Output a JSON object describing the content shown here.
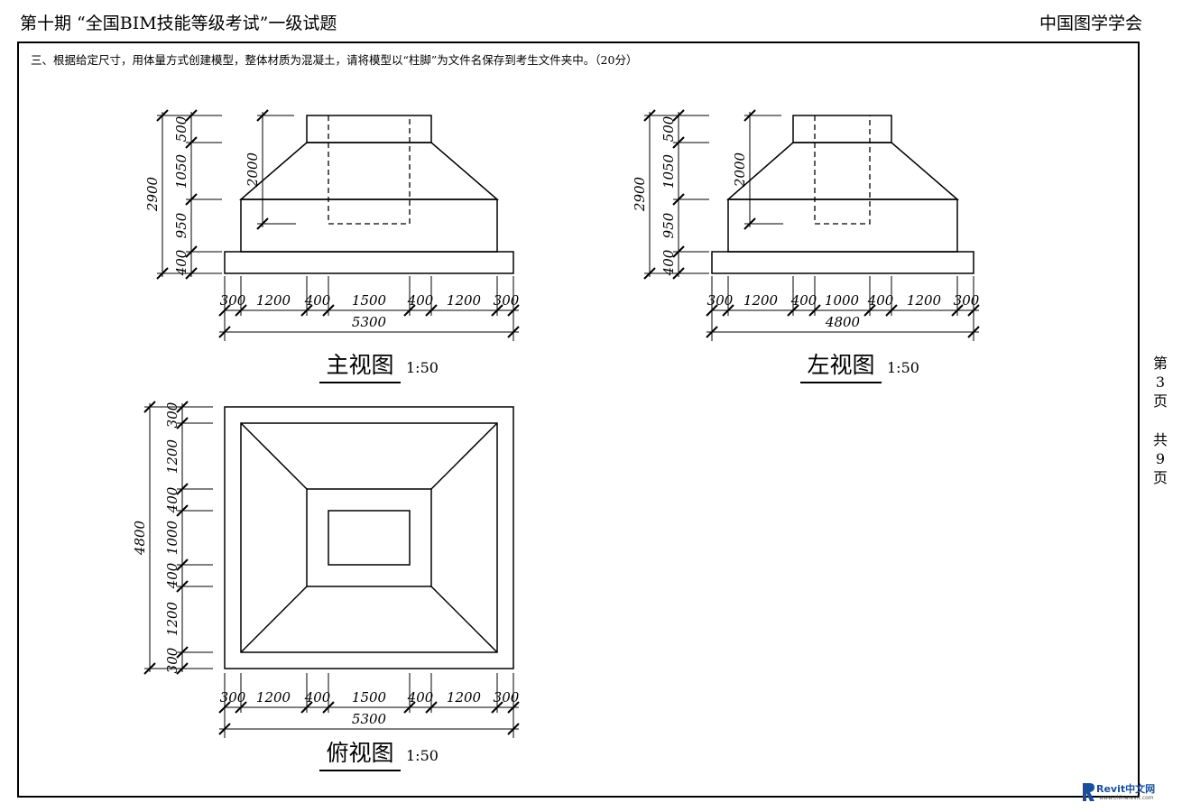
{
  "header": {
    "left_title": "第十期 “全国BIM技能等级考试”一级试题",
    "right_title": "中国图学学会"
  },
  "question": "三、根据给定尺寸，用体量方式创建模型，整体材质为混凝土，请将模型以“柱脚”为文件名保存到考生文件夹中。（20分）",
  "page_marker": {
    "page_char": "第",
    "page_num": "3",
    "page_unit": "页",
    "total_char": "共",
    "total_num": "9",
    "total_unit": "页"
  },
  "views": {
    "front": {
      "title": "主视图",
      "scale": "1:50",
      "dims_horizontal": [
        "300",
        "1200",
        "400",
        "1500",
        "400",
        "1200",
        "300"
      ],
      "total_width": "5300",
      "dims_vertical": [
        "500",
        "1050",
        "950",
        "400"
      ],
      "total_height": "2900",
      "column_depth": "2000"
    },
    "left": {
      "title": "左视图",
      "scale": "1:50",
      "dims_horizontal": [
        "300",
        "1200",
        "400",
        "1000",
        "400",
        "1200",
        "300"
      ],
      "total_width": "4800",
      "dims_vertical": [
        "500",
        "1050",
        "950",
        "400"
      ],
      "total_height": "2900",
      "column_depth": "2000"
    },
    "top": {
      "title": "俯视图",
      "scale": "1:50",
      "dims_horizontal": [
        "300",
        "1200",
        "400",
        "1500",
        "400",
        "1200",
        "300"
      ],
      "total_width": "5300",
      "dims_vertical": [
        "300",
        "1200",
        "400",
        "1000",
        "400",
        "1200",
        "300"
      ],
      "total_height": "4800"
    }
  },
  "watermark": {
    "brand": "Revit中文网",
    "url": "www.chinarevit.com"
  }
}
